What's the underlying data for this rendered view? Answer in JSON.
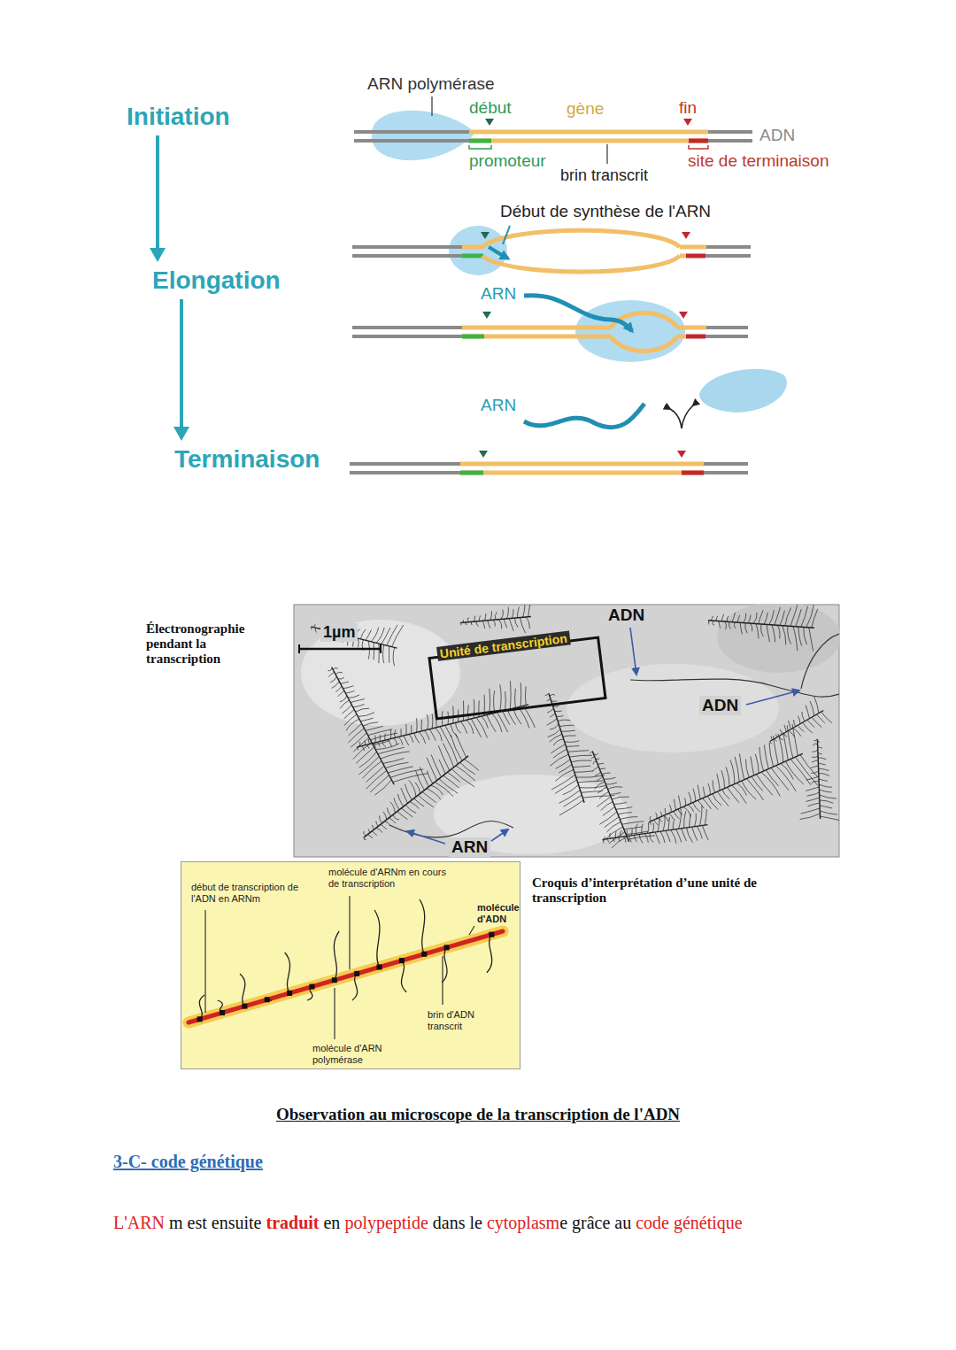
{
  "diagram": {
    "caption": "Observation au microscope de la transcription de l'ADN",
    "nodes": [
      {
        "text": [
          "Initiation"
        ]
      },
      {
        "text": [
          "Elongation"
        ]
      },
      {
        "text": [
          "Terminaison"
        ]
      },
      {
        "text": [
          "Unité de transcription"
        ]
      },
      {
        "text": [
          "début de transcription de l'ADN en ARNm",
          "molécule d'ARNm en cours de transcription",
          "molécule d'ADN",
          "brin d'ADN transcrit",
          "molécule d'ARN polymérase"
        ]
      }
    ],
    "edges": [
      {
        "from": 0,
        "to": 1,
        "arrow": "to"
      },
      {
        "from": 1,
        "to": 2,
        "arrow": "to"
      }
    ],
    "labels": [
      "ARN polymérase",
      "début",
      "gène",
      "fin",
      "ADN",
      "promoteur",
      "brin transcrit",
      "site de terminaison",
      "Début de synthèse de l'ARN",
      "ARN",
      "ARN",
      "Électronographie pendant la transcription",
      "1µm",
      "ADN",
      "ADN",
      "ARN",
      "Croquis d’interprétation d’une unité de transcription",
      "3-C- code génétique",
      "L'ARN",
      "m est ensuite",
      "traduit",
      "en",
      "polypeptide",
      "dans le",
      "cytoplasm",
      "e",
      "grâce au",
      "code génétique"
    ]
  }
}
